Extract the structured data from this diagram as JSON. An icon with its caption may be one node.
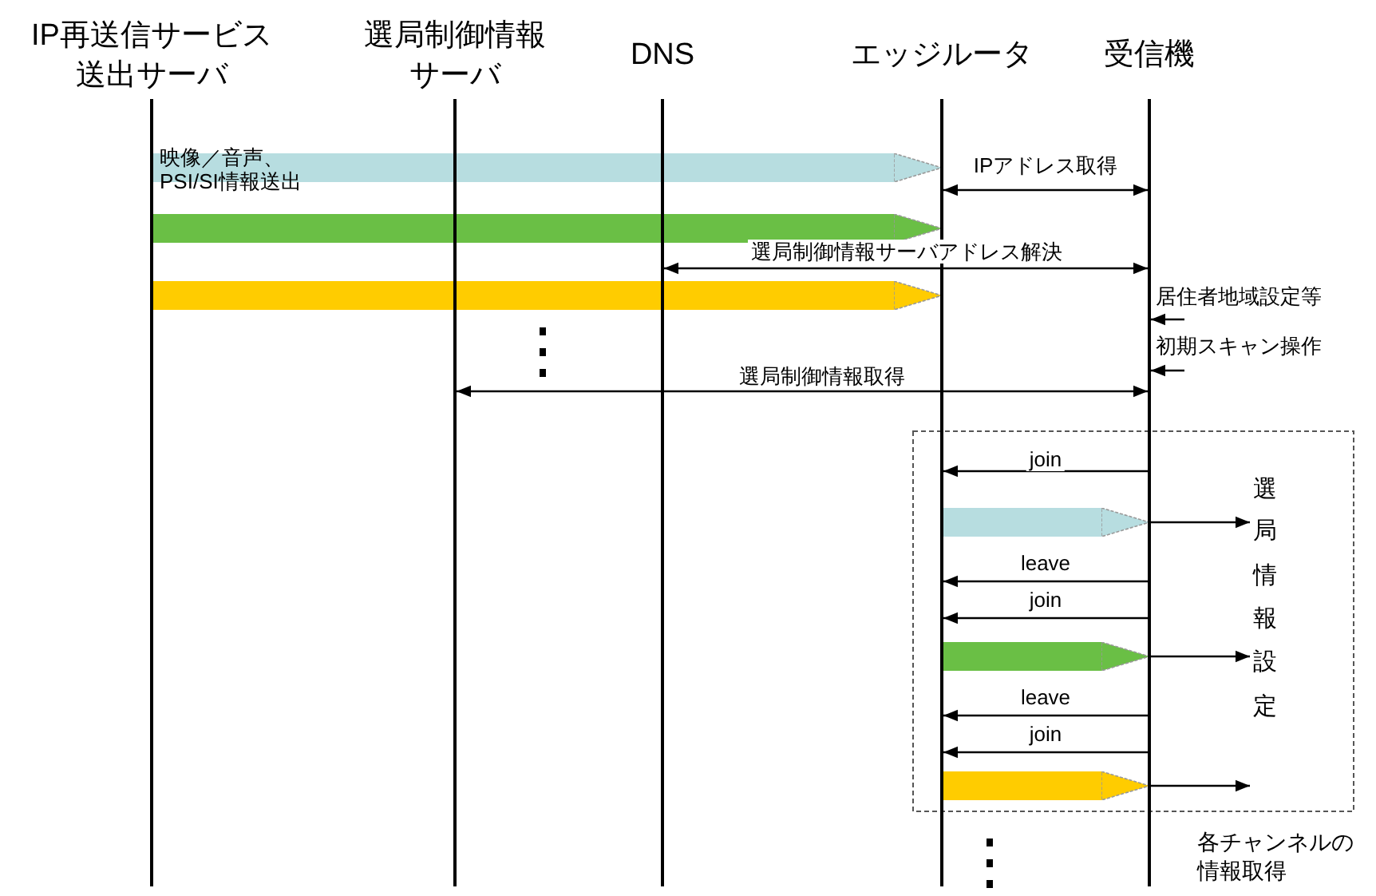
{
  "diagram": {
    "nodes": [
      {
        "text": [
          "IP再送信サービス送出サーバ"
        ]
      },
      {
        "text": [
          "選局制御情報サーバ"
        ]
      },
      {
        "text": [
          "DNS"
        ]
      },
      {
        "text": [
          "エッジルータ"
        ]
      },
      {
        "text": [
          "受信機"
        ]
      },
      {
        "text": [
          "選局情報設定"
        ]
      }
    ],
    "edges": [
      {
        "from": 0,
        "to": 3,
        "arrow": "to",
        "label": "映像／音声、PSI/SI情報送出",
        "style": "thick",
        "color": "#b7dde0"
      },
      {
        "from": 3,
        "to": 4,
        "arrow": "both",
        "label": "IPアドレス取得"
      },
      {
        "from": 0,
        "to": 3,
        "arrow": "to",
        "style": "thick",
        "color": "#6abf45"
      },
      {
        "from": 2,
        "to": 4,
        "arrow": "both",
        "label": "選局制御情報サーバアドレス解決"
      },
      {
        "from": 0,
        "to": 3,
        "arrow": "to",
        "style": "thick",
        "color": "#ffcc00"
      },
      {
        "from": null,
        "to": 4,
        "arrow": "to",
        "label": "居住者地域設定等"
      },
      {
        "from": null,
        "to": 4,
        "arrow": "to",
        "label": "初期スキャン操作"
      },
      {
        "from": 1,
        "to": 4,
        "arrow": "both",
        "label": "選局制御情報取得"
      },
      {
        "from": 4,
        "to": 3,
        "arrow": "to",
        "label": "join"
      },
      {
        "from": 3,
        "to": 4,
        "arrow": "to",
        "style": "thick",
        "color": "#b7dde0"
      },
      {
        "from": 4,
        "to": 5,
        "arrow": "to"
      },
      {
        "from": 4,
        "to": 3,
        "arrow": "to",
        "label": "leave"
      },
      {
        "from": 4,
        "to": 3,
        "arrow": "to",
        "label": "join"
      },
      {
        "from": 3,
        "to": 4,
        "arrow": "to",
        "style": "thick",
        "color": "#6abf45"
      },
      {
        "from": 4,
        "to": 5,
        "arrow": "to"
      },
      {
        "from": 4,
        "to": 3,
        "arrow": "to",
        "label": "leave"
      },
      {
        "from": 4,
        "to": 3,
        "arrow": "to",
        "label": "join"
      },
      {
        "from": 3,
        "to": 4,
        "arrow": "to",
        "style": "thick",
        "color": "#ffcc00"
      },
      {
        "from": 4,
        "to": 5,
        "arrow": "to"
      }
    ],
    "labels": [
      "各チャンネルの情報取得"
    ]
  }
}
